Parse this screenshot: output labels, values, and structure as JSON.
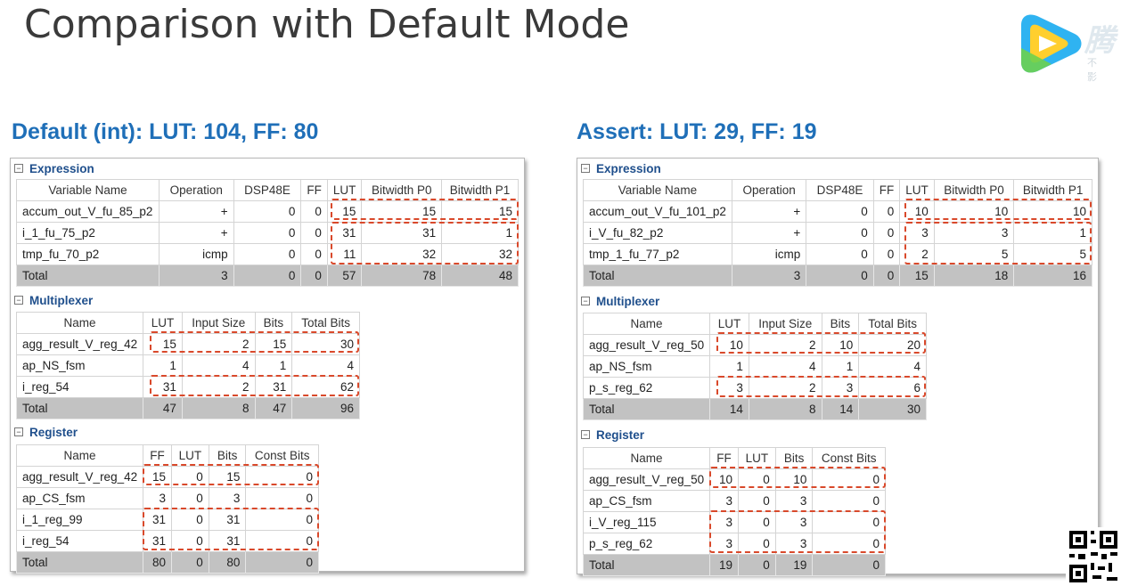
{
  "slide": {
    "title": "Comparison with Default Mode"
  },
  "logo": {
    "text": "腾",
    "sub": "不 影"
  },
  "panels": [
    {
      "heading": "Default (int): LUT: 104, FF: 80",
      "expression": {
        "label": "Expression",
        "columns": [
          "Variable Name",
          "Operation",
          "DSP48E",
          "FF",
          "LUT",
          "Bitwidth P0",
          "Bitwidth P1"
        ],
        "rows": [
          [
            "accum_out_V_fu_85_p2",
            "+",
            "0",
            "0",
            "15",
            "15",
            "15"
          ],
          [
            "i_1_fu_75_p2",
            "+",
            "0",
            "0",
            "31",
            "31",
            "1"
          ],
          [
            "tmp_fu_70_p2",
            "icmp",
            "0",
            "0",
            "11",
            "32",
            "32"
          ]
        ],
        "total": [
          "Total",
          "3",
          "0",
          "0",
          "57",
          "78",
          "48"
        ]
      },
      "multiplexer": {
        "label": "Multiplexer",
        "columns": [
          "Name",
          "LUT",
          "Input Size",
          "Bits",
          "Total Bits"
        ],
        "rows": [
          [
            "agg_result_V_reg_42",
            "15",
            "2",
            "15",
            "30"
          ],
          [
            "ap_NS_fsm",
            "1",
            "4",
            "1",
            "4"
          ],
          [
            "i_reg_54",
            "31",
            "2",
            "31",
            "62"
          ]
        ],
        "total": [
          "Total",
          "47",
          "8",
          "47",
          "96"
        ]
      },
      "register": {
        "label": "Register",
        "columns": [
          "Name",
          "FF",
          "LUT",
          "Bits",
          "Const Bits"
        ],
        "rows": [
          [
            "agg_result_V_reg_42",
            "15",
            "0",
            "15",
            "0"
          ],
          [
            "ap_CS_fsm",
            "3",
            "0",
            "3",
            "0"
          ],
          [
            "i_1_reg_99",
            "31",
            "0",
            "31",
            "0"
          ],
          [
            "i_reg_54",
            "31",
            "0",
            "31",
            "0"
          ]
        ],
        "total": [
          "Total",
          "80",
          "0",
          "80",
          "0"
        ]
      }
    },
    {
      "heading": "Assert: LUT: 29, FF: 19",
      "expression": {
        "label": "Expression",
        "columns": [
          "Variable Name",
          "Operation",
          "DSP48E",
          "FF",
          "LUT",
          "Bitwidth P0",
          "Bitwidth P1"
        ],
        "rows": [
          [
            "accum_out_V_fu_101_p2",
            "+",
            "0",
            "0",
            "10",
            "10",
            "10"
          ],
          [
            "i_V_fu_82_p2",
            "+",
            "0",
            "0",
            "3",
            "3",
            "1"
          ],
          [
            "tmp_1_fu_77_p2",
            "icmp",
            "0",
            "0",
            "2",
            "5",
            "5"
          ]
        ],
        "total": [
          "Total",
          "3",
          "0",
          "0",
          "15",
          "18",
          "16"
        ]
      },
      "multiplexer": {
        "label": "Multiplexer",
        "columns": [
          "Name",
          "LUT",
          "Input Size",
          "Bits",
          "Total Bits"
        ],
        "rows": [
          [
            "agg_result_V_reg_50",
            "10",
            "2",
            "10",
            "20"
          ],
          [
            "ap_NS_fsm",
            "1",
            "4",
            "1",
            "4"
          ],
          [
            "p_s_reg_62",
            "3",
            "2",
            "3",
            "6"
          ]
        ],
        "total": [
          "Total",
          "14",
          "8",
          "14",
          "30"
        ]
      },
      "register": {
        "label": "Register",
        "columns": [
          "Name",
          "FF",
          "LUT",
          "Bits",
          "Const Bits"
        ],
        "rows": [
          [
            "agg_result_V_reg_50",
            "10",
            "0",
            "10",
            "0"
          ],
          [
            "ap_CS_fsm",
            "3",
            "0",
            "3",
            "0"
          ],
          [
            "i_V_reg_115",
            "3",
            "0",
            "3",
            "0"
          ],
          [
            "p_s_reg_62",
            "3",
            "0",
            "3",
            "0"
          ]
        ],
        "total": [
          "Total",
          "19",
          "0",
          "19",
          "0"
        ]
      }
    }
  ],
  "colors": {
    "heading": "#1f6fb8",
    "section": "#1f4f8c",
    "highlight": "#d9492b",
    "total_row": "#c2c2c2"
  },
  "icons": {
    "collapse": "minus-box-icon",
    "logo": "play-logo-icon",
    "qr": "qr-code-icon"
  }
}
